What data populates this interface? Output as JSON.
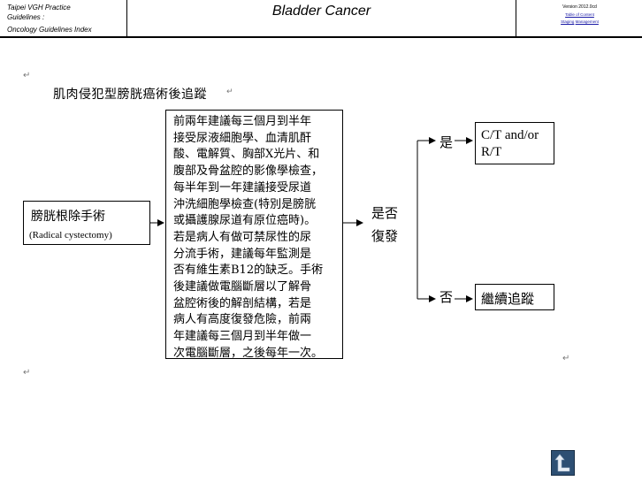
{
  "header": {
    "left_lines": [
      "Taipei VGH Practice",
      "Guidelines :",
      "Oncology Guidelines Index"
    ],
    "title": "Bladder Cancer",
    "version": "Version 2012.0cd",
    "links": [
      "Table of Content",
      "Staging",
      "Management"
    ]
  },
  "page_title": "肌肉侵犯型膀胱癌術後追蹤",
  "paragraph_mark": "↵",
  "cystectomy": {
    "zh": "膀胱根除手術",
    "en": "(Radical cystectomy)"
  },
  "followup_lines": [
    "前兩年建議每三個月到半年",
    "接受尿液細胞學、血清肌酐",
    "酸、電解質、胸部X光片、和",
    "腹部及骨盆腔的影像學檢查，",
    "每半年到一年建議接受尿道",
    "沖洗細胞學檢查(特別是膀胱",
    "或攝護腺尿道有原位癌時)。",
    "若是病人有做可禁尿性的尿",
    "分流手術，建議每年監測是",
    "否有維生素B12的缺乏。手術",
    "後建議做電腦斷層以了解骨",
    "盆腔術後的解剖結構，若是",
    "病人有高度復發危險，前兩",
    "年建議每三個月到半年做一",
    "次電腦斷層，之後每年一次。"
  ],
  "decision": [
    "是否",
    "復發"
  ],
  "yes_label": "是",
  "no_label": "否",
  "ct_label": "C/T and/or R/T",
  "continue_label": "繼續追蹤",
  "colors": {
    "link": "#1a1aa6",
    "back_button": "#2d4f73"
  },
  "icons": {
    "back": "return-arrow-icon"
  }
}
